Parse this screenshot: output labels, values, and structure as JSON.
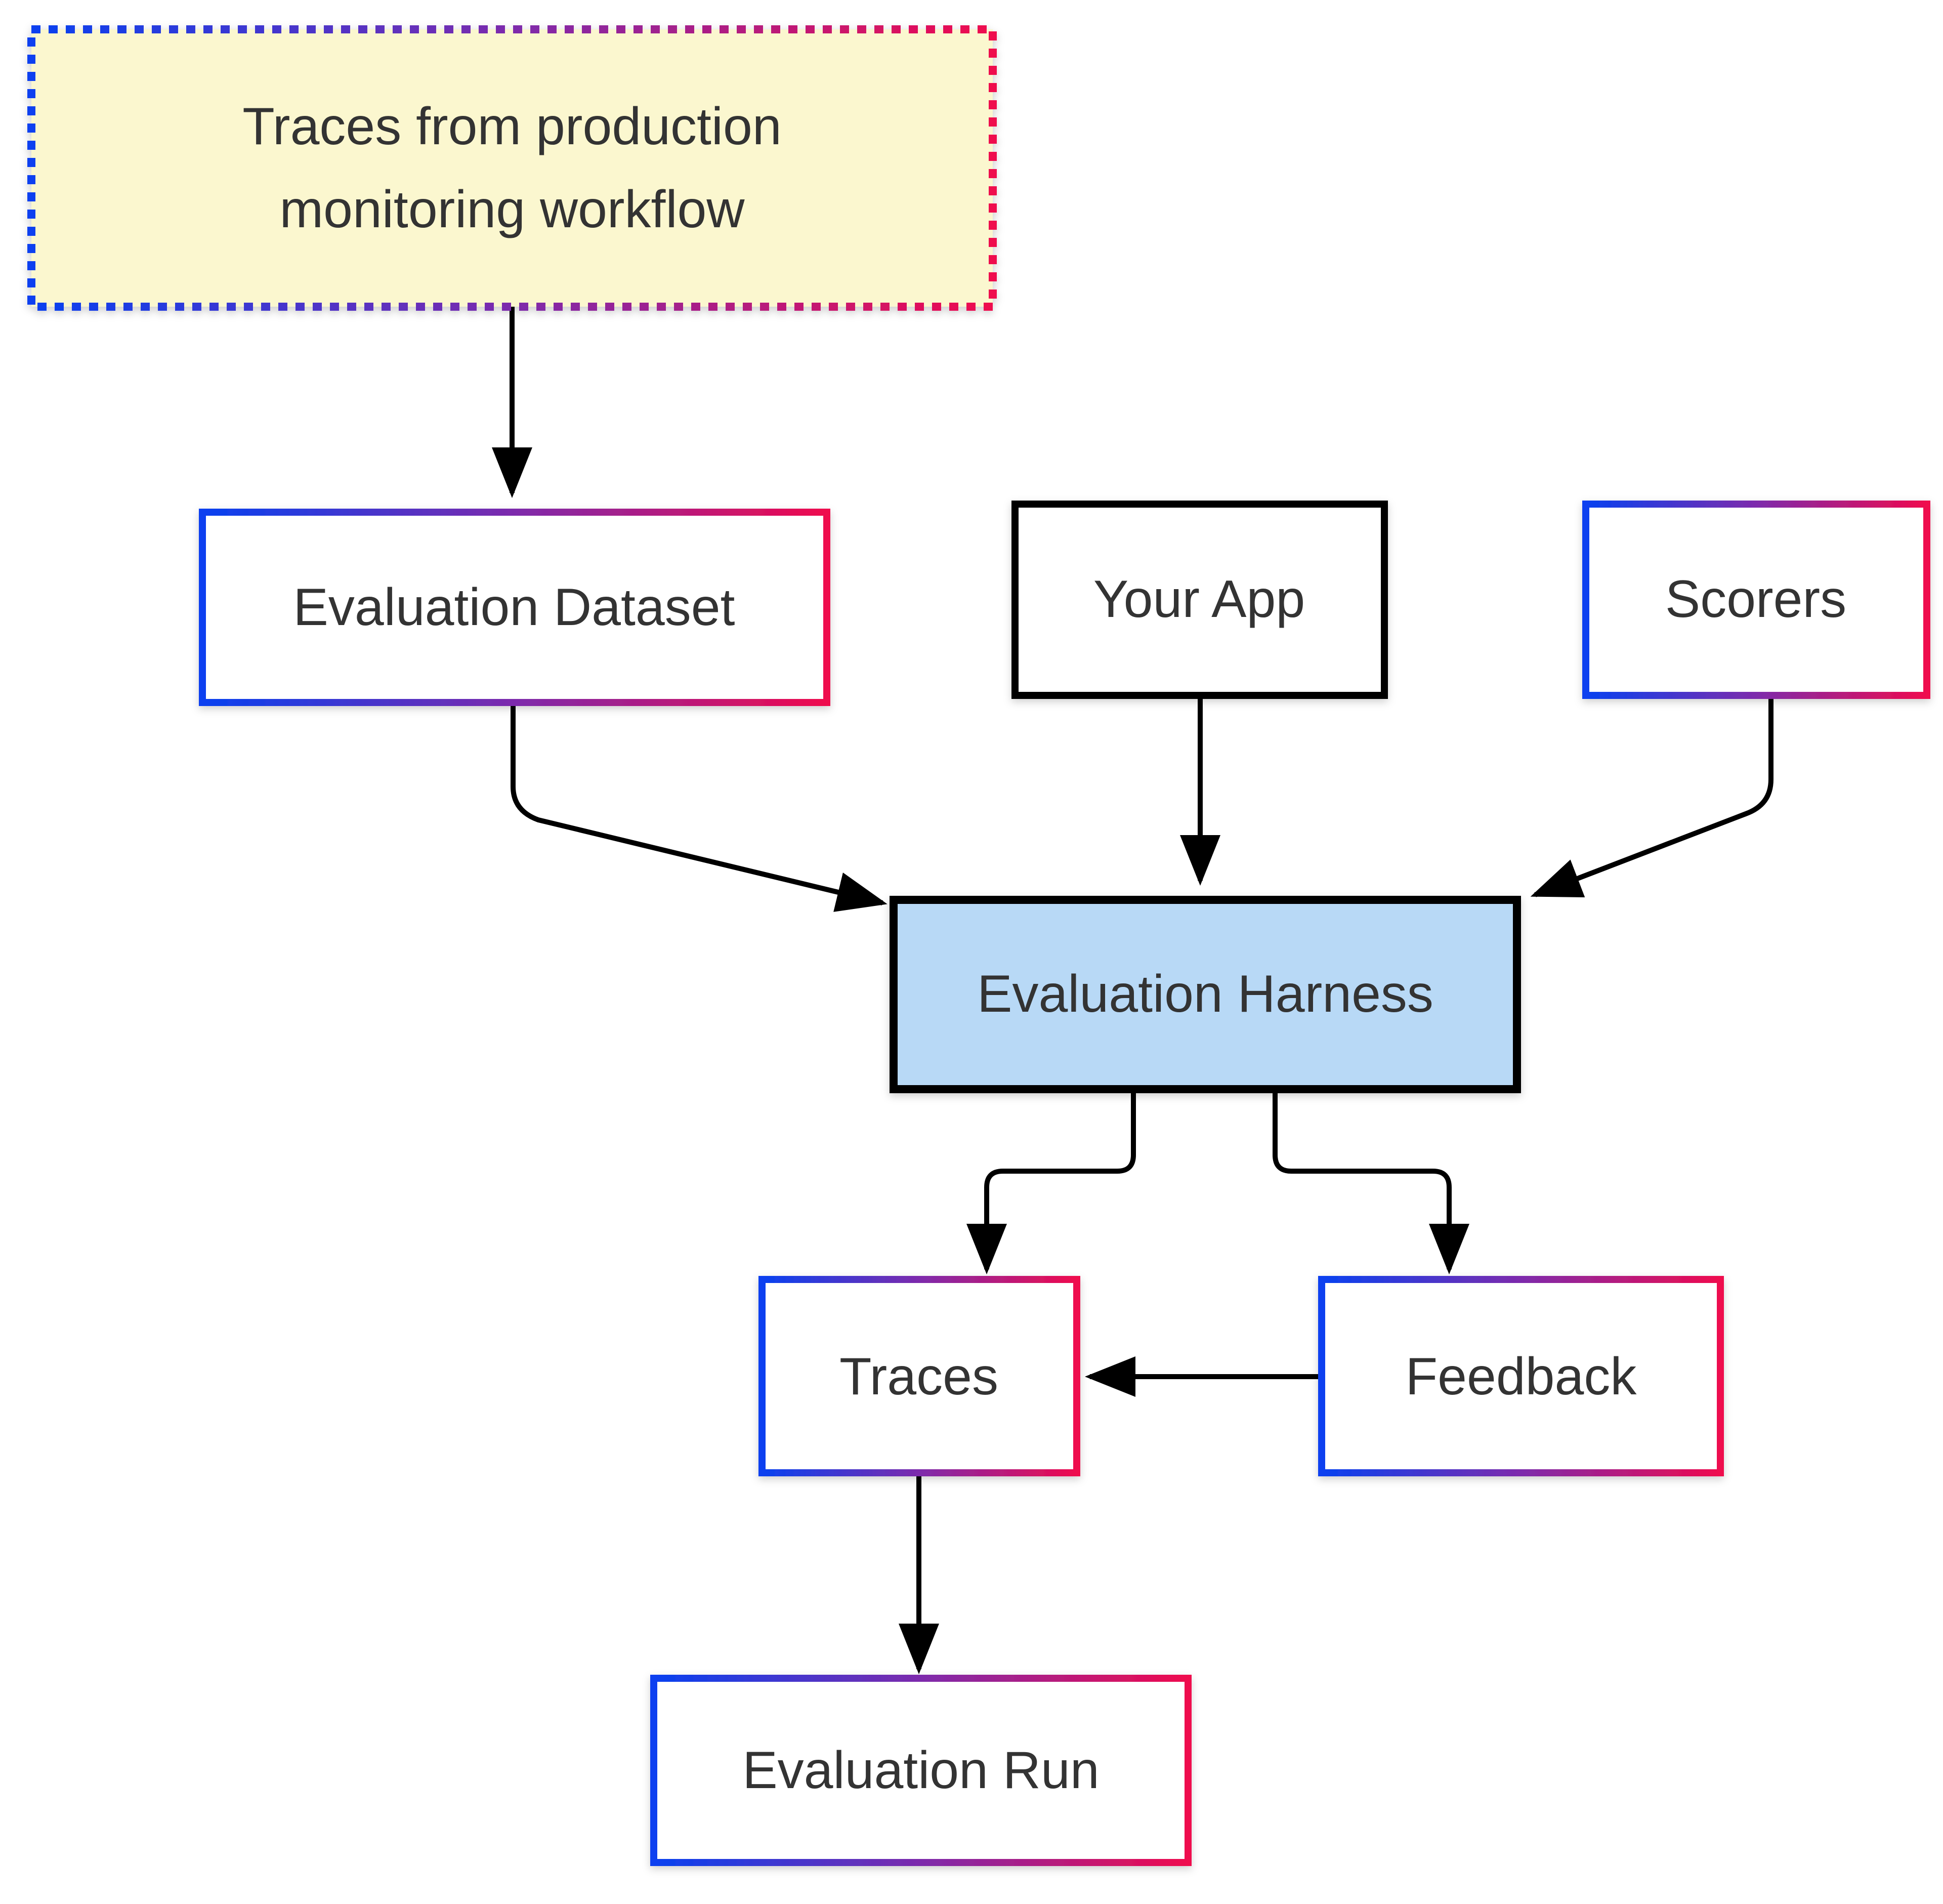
{
  "diagram": {
    "colors": {
      "gradient_blue": "#0841F0",
      "gradient_purple": "#7D2BAC",
      "gradient_red": "#EF0B4E",
      "yellow_fill": "#FBF7CF",
      "harness_fill": "#B8D9F6",
      "text_color": "#333333"
    },
    "nodes": {
      "production_traces": {
        "line1": "Traces from production",
        "line2": "monitoring workflow"
      },
      "evaluation_dataset": {
        "label": "Evaluation Dataset"
      },
      "your_app": {
        "label": "Your App"
      },
      "scorers": {
        "label": "Scorers"
      },
      "evaluation_harness": {
        "label": "Evaluation Harness"
      },
      "traces": {
        "label": "Traces"
      },
      "feedback": {
        "label": "Feedback"
      },
      "evaluation_run": {
        "label": "Evaluation Run"
      }
    },
    "edges": [
      {
        "from": "production_traces",
        "to": "evaluation_dataset"
      },
      {
        "from": "evaluation_dataset",
        "to": "evaluation_harness"
      },
      {
        "from": "your_app",
        "to": "evaluation_harness"
      },
      {
        "from": "scorers",
        "to": "evaluation_harness"
      },
      {
        "from": "evaluation_harness",
        "to": "traces"
      },
      {
        "from": "evaluation_harness",
        "to": "feedback"
      },
      {
        "from": "feedback",
        "to": "traces"
      },
      {
        "from": "traces",
        "to": "evaluation_run"
      }
    ]
  }
}
